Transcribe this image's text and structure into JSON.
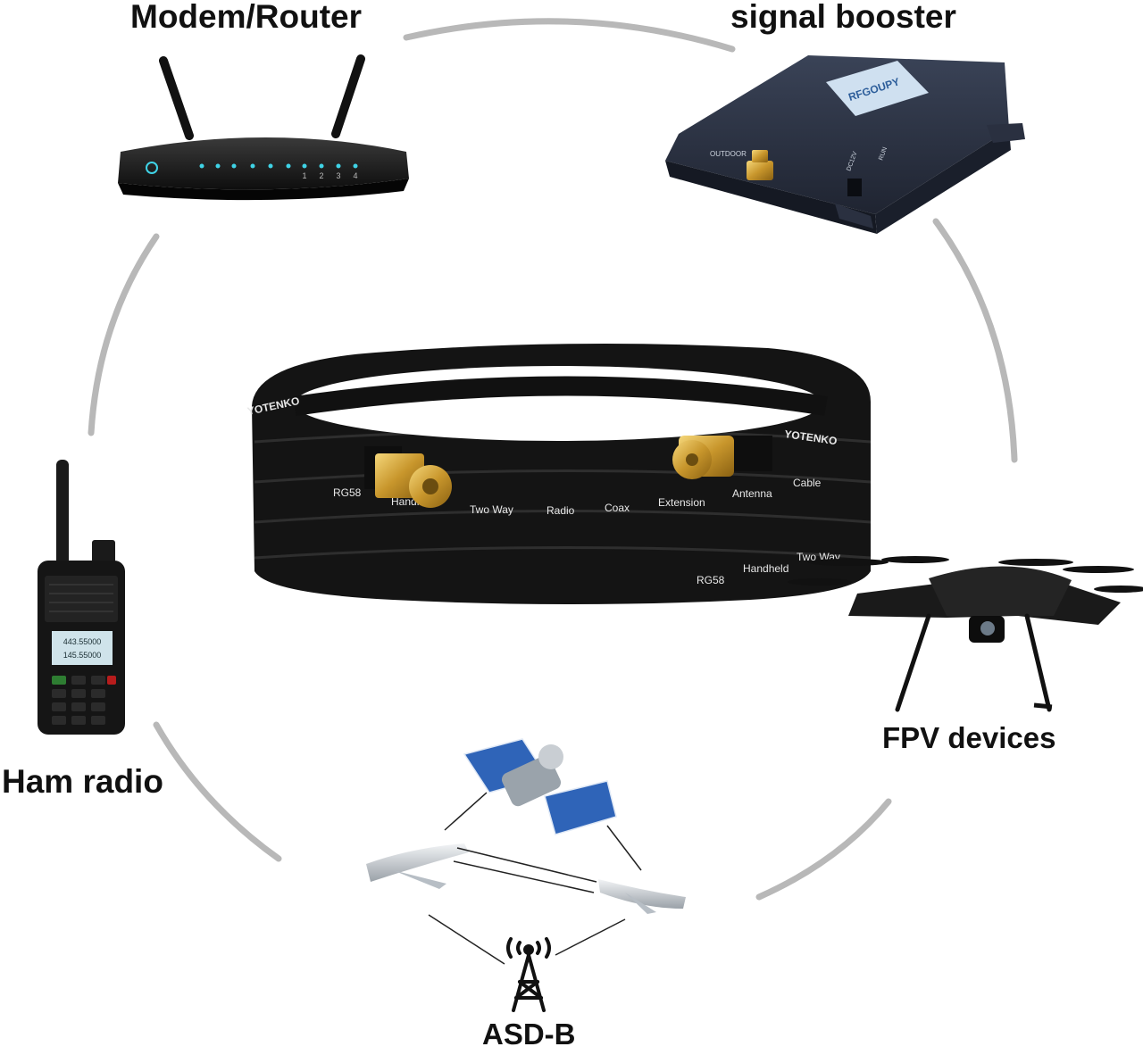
{
  "labels": {
    "modem_router": "Modem/Router",
    "signal_booster": "signal booster",
    "fpv_devices": "FPV devices",
    "ham_radio": "Ham radio",
    "asd_b": "ASD-B"
  },
  "cable": {
    "brand": "YOTENKO",
    "print_words": [
      "RG58",
      "Handheld",
      "Two Way",
      "Radio",
      "Coax",
      "Extension",
      "Antenna",
      "Cable"
    ]
  },
  "router": {
    "port_labels": [
      "1",
      "2",
      "3",
      "4"
    ]
  },
  "booster": {
    "brand": "RFGOUPY",
    "outdoor_label": "OUTDOOR",
    "power_label": "DC12V",
    "run_label": "RUN"
  },
  "radio": {
    "display_line1": "443.55000",
    "display_line2": "145.55000"
  },
  "colors": {
    "arc": "#b8b8b8",
    "cable": "#1b1b1b",
    "gold": "#d4a536",
    "booster_body": "#2b3241",
    "solar_panel": "#2f64b8",
    "led": "#3fd3e6"
  }
}
